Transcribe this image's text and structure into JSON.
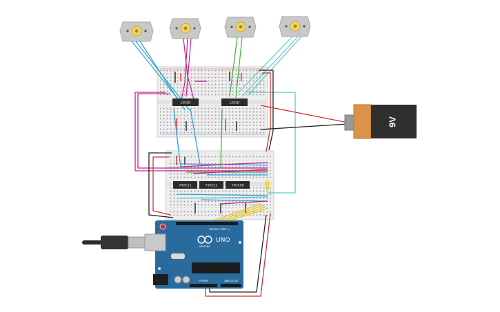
{
  "circuit": {
    "motors": [
      {
        "id": "motor-1"
      },
      {
        "id": "motor-2"
      },
      {
        "id": "motor-3"
      },
      {
        "id": "motor-4"
      }
    ],
    "driver_chips": [
      {
        "label": "L293D"
      },
      {
        "label": "L293D"
      }
    ],
    "logic_chips": [
      {
        "label": "74HC11"
      },
      {
        "label": "74HC11"
      },
      {
        "label": "74HC08"
      }
    ],
    "battery": {
      "label": "9V"
    },
    "arduino": {
      "model": "UNO",
      "brand": "ARDUINO",
      "digital_header_label": "DIGITAL (PWM~)",
      "power_label": "POWER",
      "analog_label": "ANALOG IN"
    },
    "colors": {
      "wire_red": "#d32f2f",
      "wire_black": "#222222",
      "wire_blue": "#2aa3d6",
      "wire_magenta": "#c2218f",
      "wire_green": "#3db23d",
      "wire_cyan": "#5fc6c9",
      "wire_yellow": "#e8c21a",
      "arduino_board": "#2a6b9e",
      "breadboard": "#efefef",
      "battery_top": "#d9944a",
      "battery_body": "#2f2f2f"
    }
  }
}
